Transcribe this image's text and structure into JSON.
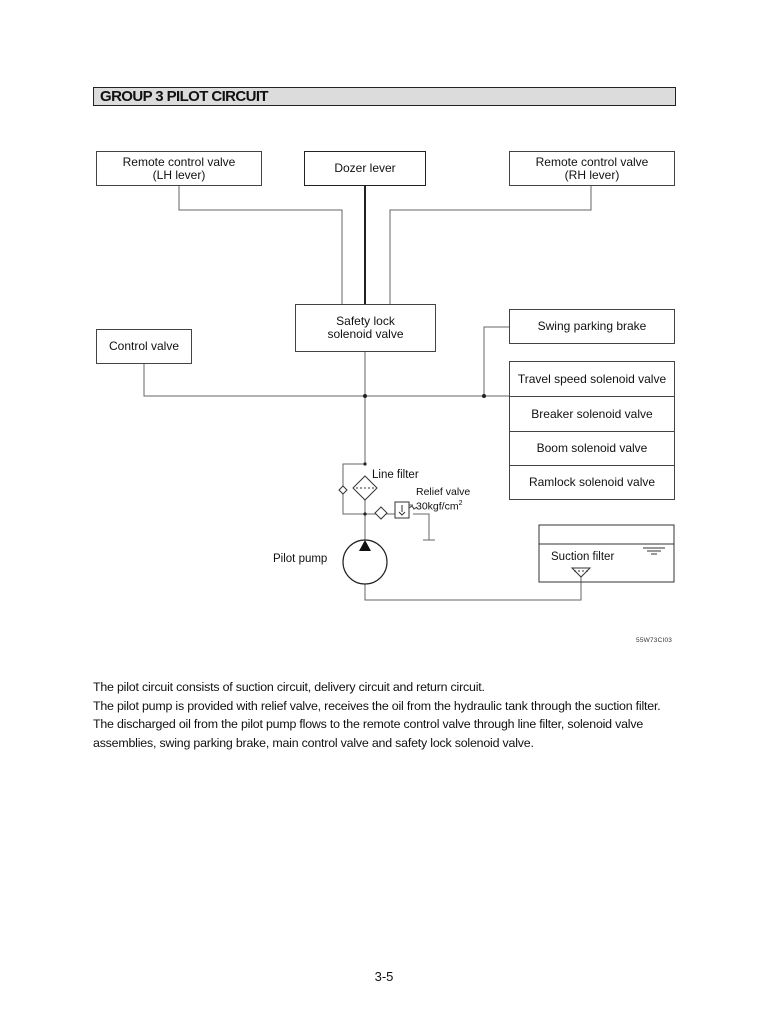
{
  "header": {
    "title": "GROUP  3  PILOT CIRCUIT"
  },
  "diagram": {
    "remote_lh": {
      "line1": "Remote control valve",
      "line2": "(LH lever)"
    },
    "dozer_lever": "Dozer lever",
    "remote_rh": {
      "line1": "Remote control valve",
      "line2": "(RH lever)"
    },
    "safety_lock": {
      "line1": "Safety lock",
      "line2": "solenoid valve"
    },
    "swing_parking_brake": "Swing parking brake",
    "control_valve": "Control valve",
    "solenoid_stack": [
      "Travel speed solenoid valve",
      "Breaker solenoid valve",
      "Boom solenoid valve",
      "Ramlock solenoid valve"
    ],
    "line_filter": "Line filter",
    "relief_valve": {
      "line1": "Relief valve",
      "line2_value": "30kgf/cm",
      "line2_sup": "2"
    },
    "pilot_pump": "Pilot pump",
    "suction_filter": "Suction filter",
    "figure_code": "55W73CI03"
  },
  "description": [
    "The pilot circuit consists of suction circuit, delivery circuit and return circuit.",
    "The pilot pump is provided with relief valve, receives the oil from the hydraulic tank through the suction filter.",
    "The discharged oil from the pilot pump flows to the remote control valve through line filter, solenoid valve assemblies, swing parking brake, main control valve and safety lock solenoid valve."
  ],
  "page_number": "3-5"
}
